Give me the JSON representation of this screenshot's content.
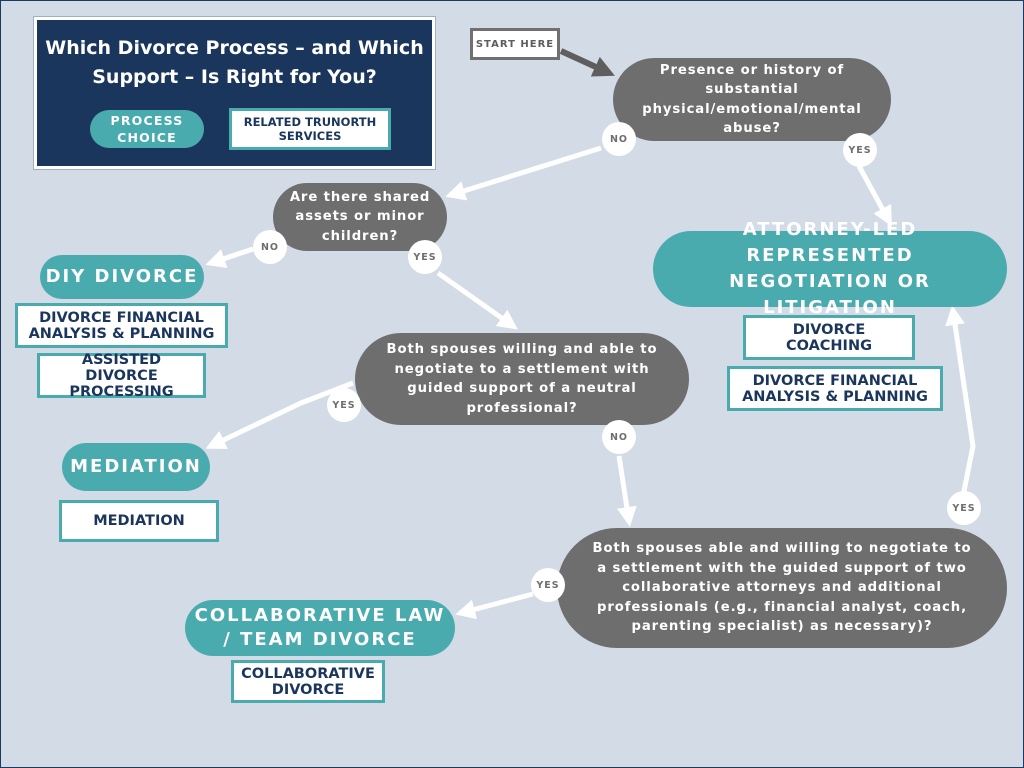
{
  "legend": {
    "title": "Which Divorce Process – and Which Support – Is Right for You?",
    "process_choice": "PROCESS CHOICE",
    "related_services": "RELATED TRUNORTH SERVICES"
  },
  "start_label": "START HERE",
  "questions": {
    "abuse": "Presence or history of substantial physical/emotional/mental abuse?",
    "shared_assets": "Are there shared assets or minor children?",
    "mediation_willing": "Both spouses willing and able to negotiate to a settlement with guided support of a neutral professional?",
    "collaborative_willing": "Both spouses able and willing to negotiate to a settlement with the guided support of two collaborative attorneys and additional professionals (e.g., financial analyst, coach, parenting specialist) as necessary)?"
  },
  "outcomes": {
    "attorney": "ATTORNEY-LED REPRESENTED NEGOTIATION OR LITIGATION",
    "diy": "DIY DIVORCE",
    "mediation": "MEDIATION",
    "collaborative": "COLLABORATIVE LAW / TEAM DIVORCE"
  },
  "services": {
    "attorney": [
      "DIVORCE COACHING",
      "DIVORCE FINANCIAL ANALYSIS & PLANNING"
    ],
    "diy": [
      "DIVORCE FINANCIAL ANALYSIS & PLANNING",
      "ASSISTED DIVORCE PROCESSING"
    ],
    "mediation": [
      "MEDIATION"
    ],
    "collaborative": [
      "COLLABORATIVE DIVORCE"
    ]
  },
  "badges": {
    "yes": "YES",
    "no": "NO"
  },
  "colors": {
    "background": "#d2dbe6",
    "navy": "#1b365d",
    "teal": "#4aabae",
    "question_gray": "#6e6e6e",
    "arrow_white": "#ffffff",
    "start_arrow_gray": "#5e5e5e"
  }
}
